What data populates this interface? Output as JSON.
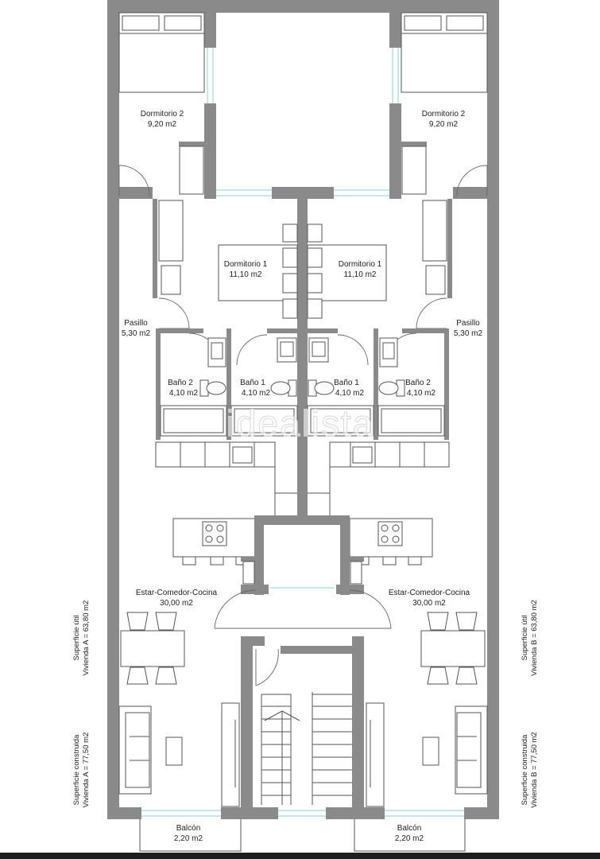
{
  "rooms": {
    "dorm2_left": {
      "name": "Dormitorio 2",
      "area": "9,20 m2"
    },
    "dorm2_right": {
      "name": "Dormitorio 2",
      "area": "9,20 m2"
    },
    "dorm1_left": {
      "name": "Dormitorio 1",
      "area": "11,10 m2"
    },
    "dorm1_right": {
      "name": "Dormitorio 1",
      "area": "11,10 m2"
    },
    "pasillo_left": {
      "name": "Pasillo",
      "area": "5,30 m2"
    },
    "pasillo_right": {
      "name": "Pasillo",
      "area": "5,30 m2"
    },
    "bano2_left": {
      "name": "Baño 2",
      "area": "4,10 m2"
    },
    "bano1_left": {
      "name": "Baño 1",
      "area": "4,10 m2"
    },
    "bano1_right": {
      "name": "Baño 1",
      "area": "4,10 m2"
    },
    "bano2_right": {
      "name": "Baño 2",
      "area": "4,10 m2"
    },
    "estar_left": {
      "name": "Estar-Comedor-Cocina",
      "area": "30,00 m2"
    },
    "estar_right": {
      "name": "Estar-Comedor-Cocina",
      "area": "30,00 m2"
    },
    "balcon_left": {
      "name": "Balcón",
      "area": "2,20 m2"
    },
    "balcon_right": {
      "name": "Balcón",
      "area": "2,20 m2"
    }
  },
  "surfaces": {
    "util_a": {
      "line1": "Superficie útil",
      "line2": "Vivienda A = 63,80 m2"
    },
    "construida_a": {
      "line1": "Superficie construida",
      "line2": "Vivienda A = 77,50 m2"
    },
    "util_b": {
      "line1": "Superficie útil",
      "line2": "Vivienda B = 63,80 m2"
    },
    "construida_b": {
      "line1": "Superficie construida",
      "line2": "Vivienda B = 77,50 m2"
    }
  },
  "watermark": "idealista"
}
